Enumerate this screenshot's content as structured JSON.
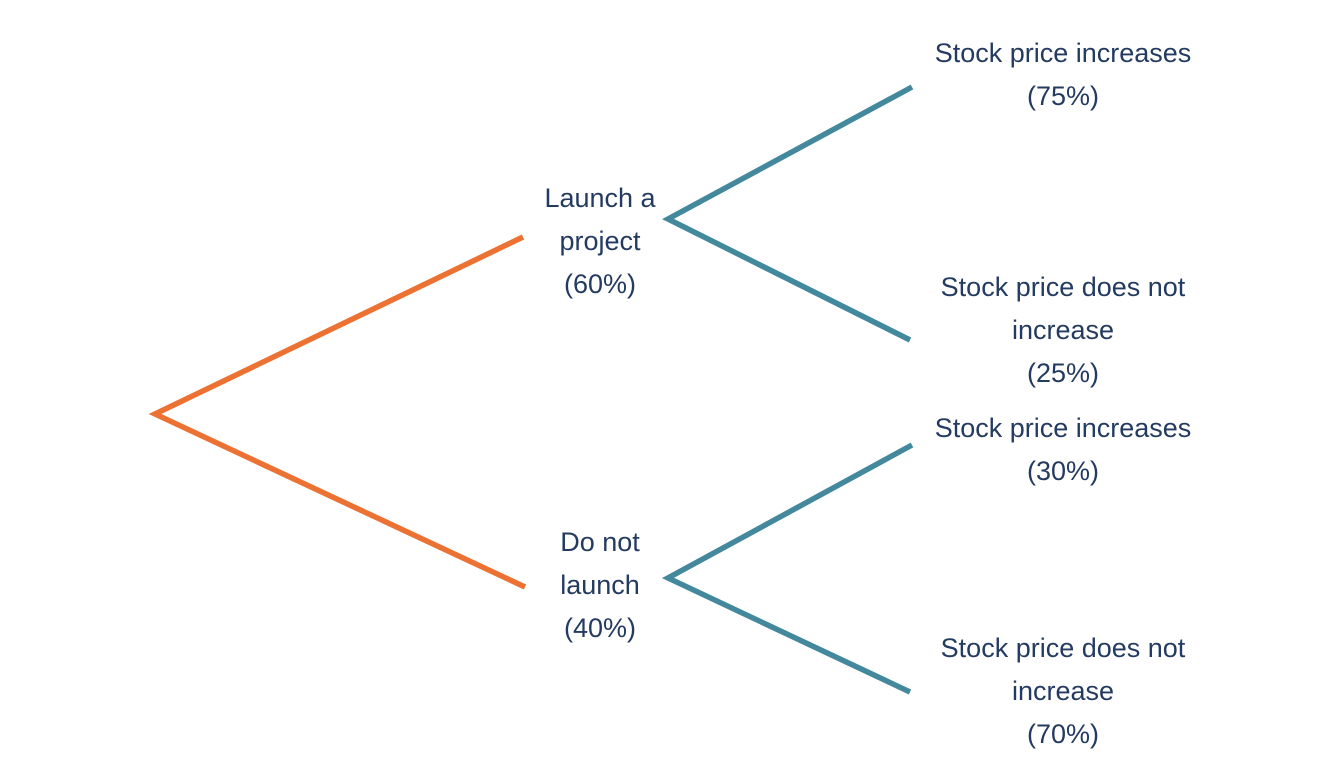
{
  "diagram": {
    "type": "decision-tree",
    "background": "#ffffff",
    "colors": {
      "root_branch": "#eb7233",
      "leaf_branch": "#43889c",
      "text": "#243b61"
    },
    "root": {
      "branches": [
        {
          "label": "Launch a project",
          "probability": "(60%)",
          "children": [
            {
              "label": "Stock price increases",
              "probability": "(75%)"
            },
            {
              "label": "Stock price does not increase",
              "probability": "(25%)"
            }
          ]
        },
        {
          "label": "Do not launch",
          "probability": "(40%)",
          "children": [
            {
              "label": "Stock price increases",
              "probability": "(30%)"
            },
            {
              "label": "Stock price does not increase",
              "probability": "(70%)"
            }
          ]
        }
      ]
    }
  }
}
